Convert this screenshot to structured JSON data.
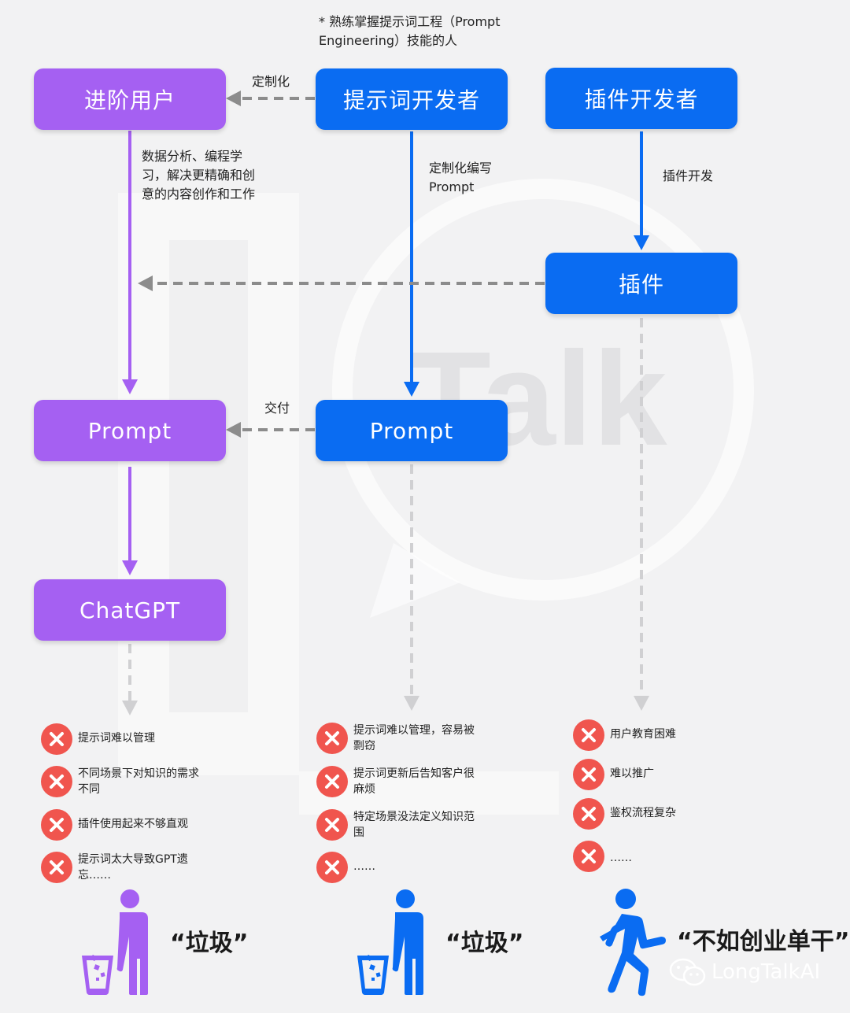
{
  "colors": {
    "purple": "#a560f2",
    "blue": "#0a6cf2",
    "red": "#f0554e",
    "dash": "#8c8c8c"
  },
  "top_note": {
    "line1": "* 熟练掌握提示词工程（Prompt",
    "line2": "Engineering）技能的人"
  },
  "nodes": {
    "advanced_user": "进阶用户",
    "prompt_developer": "提示词开发者",
    "plugin_developer": "插件开发者",
    "plugin": "插件",
    "prompt_purple": "Prompt",
    "prompt_blue": "Prompt",
    "chatgpt": "ChatGPT"
  },
  "edge_labels": {
    "customize": "定制化",
    "advanced_usage": [
      "数据分析、编程学",
      "习，解决更精确和创",
      "意的内容创作和工作"
    ],
    "custom_write": [
      "定制化编写",
      "Prompt"
    ],
    "plugin_dev": "插件开发",
    "deliver": "交付"
  },
  "issues": {
    "col1": [
      [
        "提示词难以管理"
      ],
      [
        "不同场景下对知识的需求",
        "不同"
      ],
      [
        "插件使用起来不够直观"
      ],
      [
        "提示词太大导致GPT遗",
        "忘……"
      ]
    ],
    "col2": [
      [
        "提示词难以管理，容易被",
        "剽窃"
      ],
      [
        "提示词更新后告知客户很",
        "麻烦"
      ],
      [
        "特定场景没法定义知识范",
        "围"
      ],
      [
        "……"
      ]
    ],
    "col3": [
      [
        "用户教育困难"
      ],
      [
        "难以推广"
      ],
      [
        "鉴权流程复杂"
      ],
      [
        "……"
      ]
    ]
  },
  "icons": {
    "issue": "close-circle-icon",
    "trash_user": "person-trash-icon",
    "runner": "running-person-icon",
    "brand": "wechat-icon"
  },
  "verdicts": {
    "col1": "“垃圾”",
    "col2": "“垃圾”",
    "col3": "“不如创业单干”"
  },
  "brand": "LongTalkAI",
  "watermark": "Talk"
}
